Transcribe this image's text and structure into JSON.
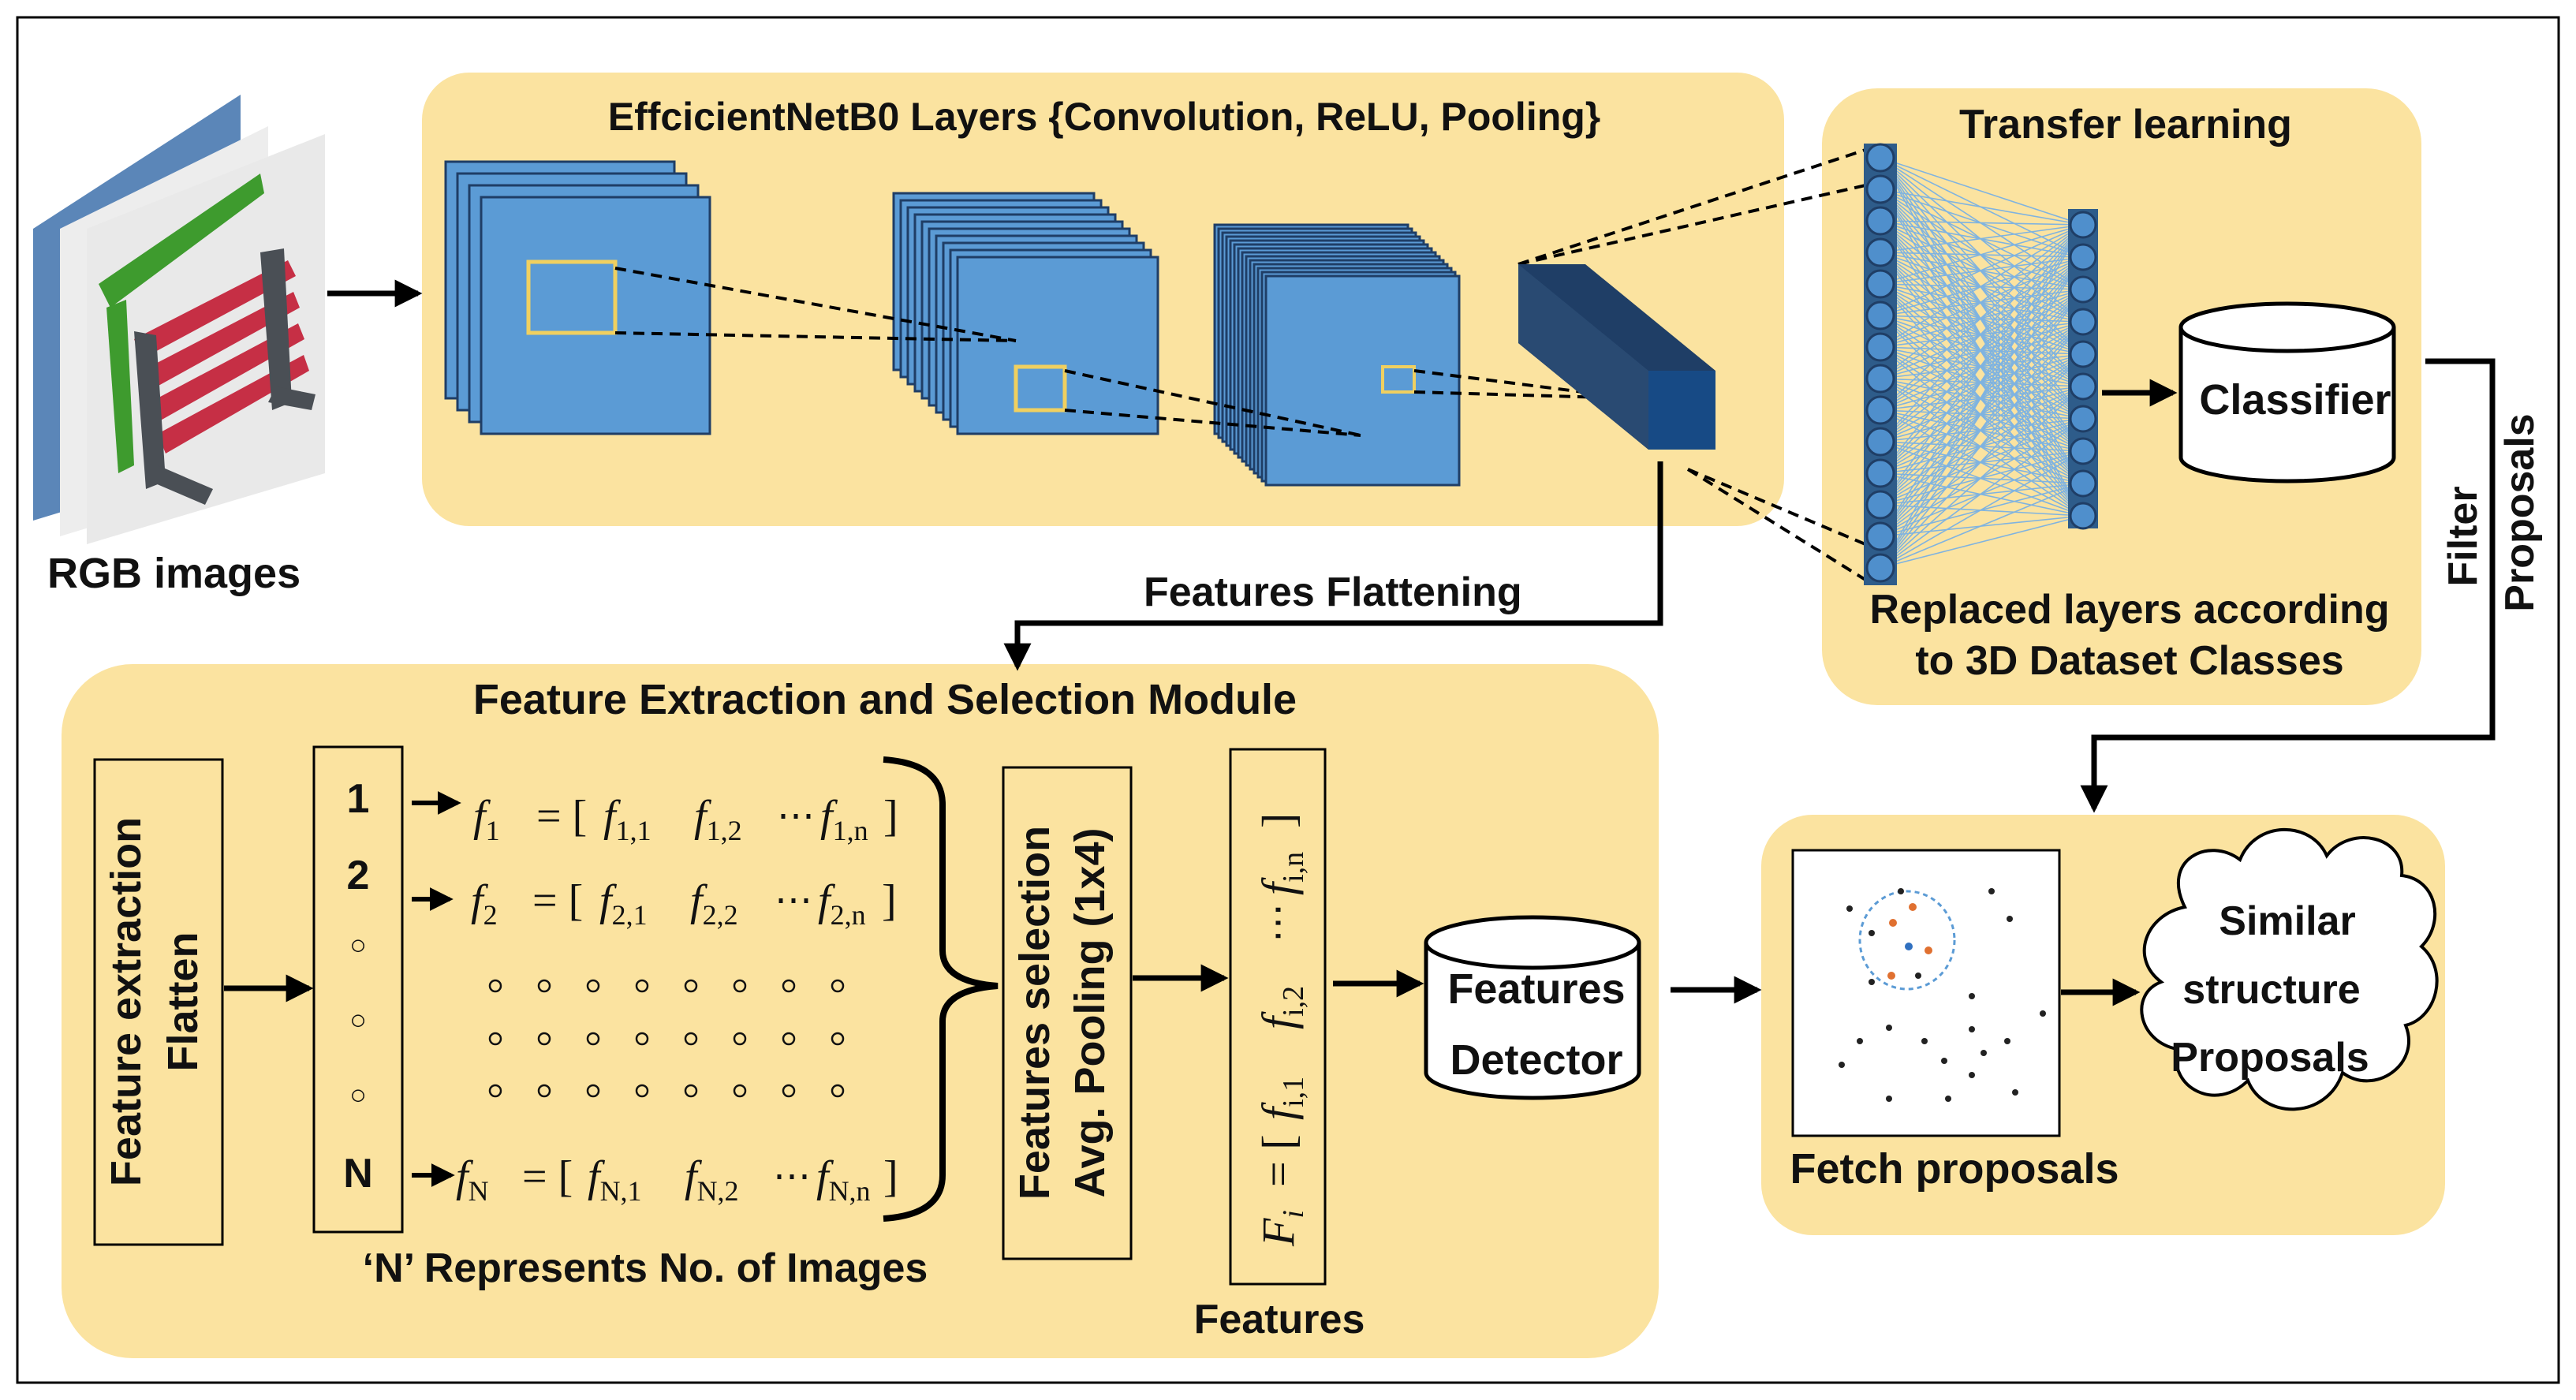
{
  "titles": {
    "effnet": "EffcicientNetB0 Layers {Convolution, ReLU, Pooling}",
    "transfer": "Transfer learning",
    "module": "Feature Extraction and Selection Module"
  },
  "labels": {
    "rgb": "RGB images",
    "flattening": "Features Flattening",
    "classifier": "Classifier",
    "replaced_line1": "Replaced layers according",
    "replaced_line2": "to 3D Dataset Classes",
    "filter": "Filter",
    "proposals_side": "Proposals",
    "fe_line1": "Feature extraction",
    "fe_line2": "Flatten",
    "n_represents": "‘N’ Represents No. of Images",
    "fs_line1": "Features selection",
    "fs_line2": "Avg. Pooling (1x4)",
    "features": "Features",
    "detector_line1": "Features",
    "detector_line2": "Detector",
    "fetch": "Fetch proposals",
    "similar_line1": "Similar",
    "similar_line2": "structure",
    "similar_line3": "Proposals"
  },
  "index_column": [
    "1",
    "2",
    "○",
    "○",
    "○",
    "N"
  ],
  "vectors": {
    "row1": {
      "lhs": "f",
      "lhs_sub": "1",
      "elems": [
        [
          "f",
          "1,1"
        ],
        [
          "f",
          "1,2"
        ],
        [
          "f",
          "1,n"
        ]
      ]
    },
    "row2": {
      "lhs": "f",
      "lhs_sub": "2",
      "elems": [
        [
          "f",
          "2,1"
        ],
        [
          "f",
          "2,2"
        ],
        [
          "f",
          "2,n"
        ]
      ]
    },
    "rowN": {
      "lhs": "f",
      "lhs_sub": "N",
      "elems": [
        [
          "f",
          "N,1"
        ],
        [
          "f",
          "N,2"
        ],
        [
          "f",
          "N,n"
        ]
      ]
    },
    "selected": {
      "lhs": "F",
      "lhs_sub": "i",
      "elems": [
        [
          "f",
          "i,1"
        ],
        [
          "f",
          "i,2"
        ],
        [
          "f",
          "i,n"
        ]
      ]
    }
  },
  "colors": {
    "panel": "#FBE3A0",
    "feature_map": "#5B9BD5",
    "feature_map_border": "#1F3E66",
    "neuron": "#4F8FCC",
    "node_bar": "#2E5C8A",
    "connection": "#7FB3E0",
    "bench_red": "#C62F45",
    "bench_green": "#3E9B2E",
    "highlight": "#F0D060"
  }
}
